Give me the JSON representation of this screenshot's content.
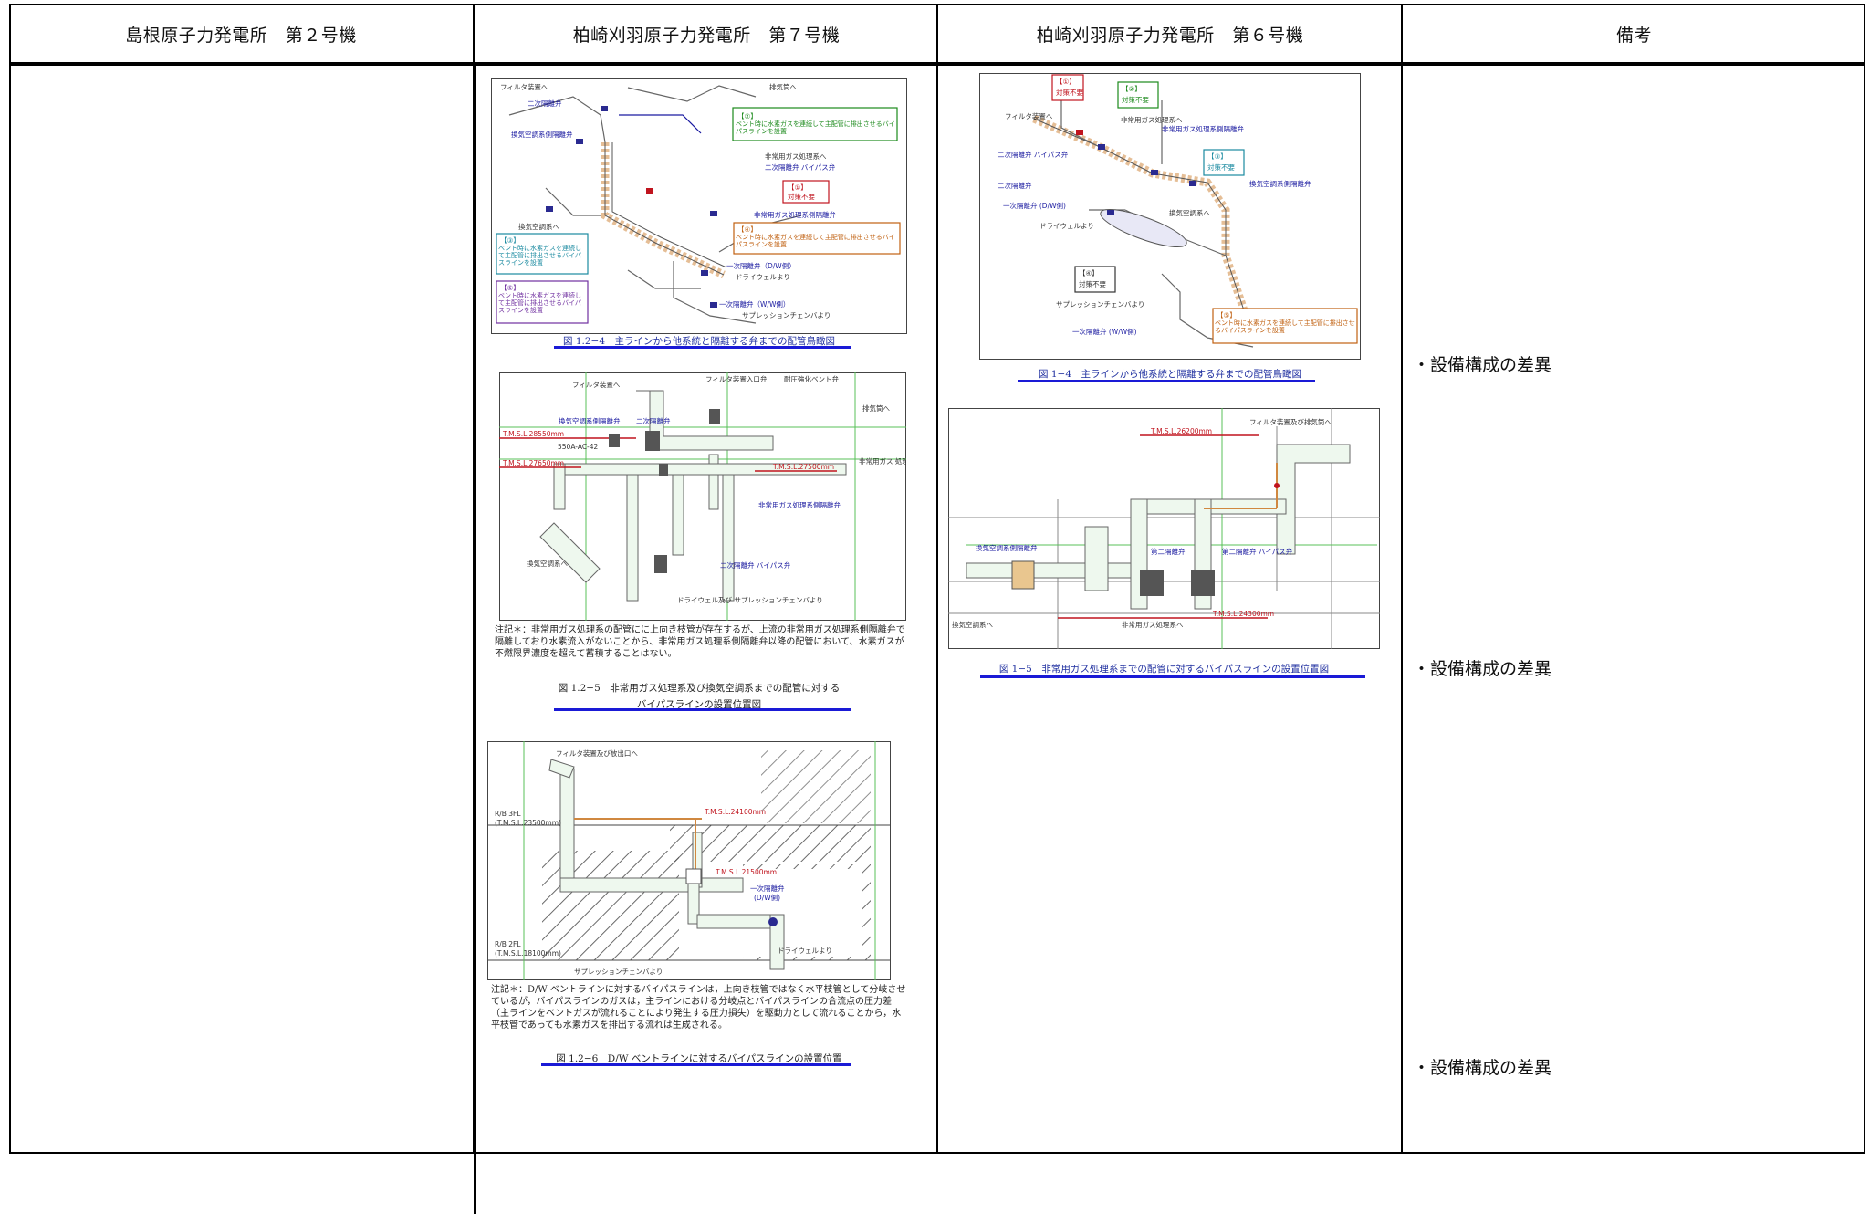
{
  "header": {
    "col1": "島根原子力発電所　第２号機",
    "col2": "柏崎刈羽原子力発電所　第７号機",
    "col3": "柏崎刈羽原子力発電所　第６号機",
    "col4": "備考"
  },
  "col2": {
    "fig1": {
      "labels": {
        "filter": "フィルタ装置へ",
        "exhaust_stack": "排気筒へ",
        "secondary_isolation": "二次隔離弁",
        "hvac_isolation": "換気空調系側隔離弁",
        "hvac": "換気空調系へ",
        "sgts": "非常用ガス処理系へ",
        "secondary_bypass": "二次隔離弁 バイパス弁",
        "sgts_isolation": "非常用ガス処理系側隔離弁",
        "primary_dw": "一次隔離弁（D/W側）",
        "from_drywell": "ドライウェルより",
        "primary_ww": "一次隔離弁（W/W側）",
        "from_suppression": "サプレッションチェンバより",
        "box_green_title": "【②】",
        "box_green_text": "ベント時に水素ガスを連続して主配管に排出させるバイパスラインを設置",
        "box_red_title": "【①】",
        "box_red_text": "対策不要",
        "box_orange_title": "【④】",
        "box_orange_text": "ベント時に水素ガスを連続して主配管に排出させるバイパスラインを設置",
        "box_cyan_title": "【③】",
        "box_cyan_text": "ベント時に水素ガスを連続して主配管に排出させるバイパスラインを設置",
        "box_purple_title": "【⑤】",
        "box_purple_text": "ベント時に水素ガスを連続して主配管に排出させるバイパスラインを設置"
      },
      "caption": "図 1.2−4　主ラインから他系統と隔離する弁までの配管鳥瞰図"
    },
    "fig2": {
      "labels": {
        "filter": "フィルタ装置へ",
        "filter_inlet": "フィルタ装置入口弁",
        "pressure_vent": "耐圧強化ベント弁",
        "exhaust": "排気筒へ",
        "hvac_isolation": "換気空調系側隔離弁",
        "secondary_isolation": "二次隔離弁",
        "tmsl1": "T.M.S.L.28550mm",
        "pipe_size": "550A-AC-42",
        "tmsl2": "T.M.S.L.27650mm",
        "tmsl3": "T.M.S.L.27500mm",
        "sgts": "非常用ガス 処理系へ",
        "sgts_isolation": "非常用ガス処理系側隔離弁",
        "hvac": "換気空調系へ",
        "secondary_bypass": "二次隔離弁 バイパス弁",
        "from_dw_sc": "ドライウェル及び サプレッションチェンバより"
      },
      "note": "注記＊：非常用ガス処理系の配管にに上向き枝管が存在するが、上流の非常用ガス処理系側隔離弁で隔離しており水素流入がないことから、非常用ガス処理系側隔離弁以降の配管において、水素ガスが不燃限界濃度を超えて蓄積することはない。",
      "caption_line1": "図 1.2−5　非常用ガス処理系及び換気空調系までの配管に対する",
      "caption_line2": "バイパスラインの設置位置図"
    },
    "fig3": {
      "labels": {
        "filter_outlet": "フィルタ装置及び放出口へ",
        "rb3fl": "R/B 3FL",
        "rb3fl_level": "(T.M.S.L.23500mm)",
        "tmsl1": "T.M.S.L.24100mm",
        "tmsl2": "T.M.S.L.21500mm",
        "primary_isolation": "一次隔離弁",
        "primary_isolation_side": "(D/W側)",
        "rb2fl": "R/B 2FL",
        "rb2fl_level": "(T.M.S.L.18100mm)",
        "from_drywell": "ドライウェルより",
        "from_suppression": "サプレッションチェンバより"
      },
      "note": "注記＊：D/W ベントラインに対するバイパスラインは，上向き枝管ではなく水平枝管として分岐させているが，バイパスラインのガスは，主ラインにおける分岐点とバイパスラインの合流点の圧力差（主ラインをベントガスが流れることにより発生する圧力損失）を駆動力として流れることから，水平枝管であっても水素ガスを排出する流れは生成される。",
      "caption": "図 1.2−6　D/W ベントラインに対するバイパスラインの設置位置"
    }
  },
  "col3": {
    "fig1": {
      "labels": {
        "box_red_title": "【①】",
        "box_red_text": "対策不要",
        "box_green_title": "【②】",
        "box_green_text": "対策不要",
        "filter": "フィルタ装置へ",
        "sgts": "非常用ガス処理系へ",
        "sgts_isolation": "非常用ガス処理系側隔離弁",
        "secondary_isolation_bypass": "二次隔離弁 バイパス弁",
        "box_cyan_title": "【③】",
        "box_cyan_text": "対策不要",
        "secondary_isolation": "二次隔離弁",
        "hvac_isolation": "換気空調系側隔離弁",
        "primary_isolation": "一次隔離弁 (D/W側)",
        "hvac": "換気空調系へ",
        "from_drywell": "ドライウェルより",
        "box_black_title": "【④】",
        "box_black_text": "対策不要",
        "from_suppression": "サプレッションチェンバより",
        "primary_ww": "一次隔離弁 (W/W側)",
        "box_orange_title": "【⑤】",
        "box_orange_text": "ベント時に水素ガスを連続して主配管に排出させるバイパスラインを設置"
      },
      "caption": "図 1−4　主ラインから他系統と隔離する弁までの配管鳥瞰図"
    },
    "fig2": {
      "labels": {
        "filter_exhaust": "フィルタ装置及び排気筒へ",
        "tmsl1": "T.M.S.L.26200mm",
        "hvac_isolation": "換気空調系側隔離弁",
        "secondary_isolation": "第二隔離弁",
        "secondary_bypass": "第二隔離弁 バイパス弁",
        "tmsl2": "T.M.S.L.24300mm",
        "hvac": "換気空調系へ",
        "sgts": "非常用ガス処理系へ"
      },
      "caption": "図 1−5　非常用ガス処理系までの配管に対するバイパスラインの設置位置図"
    }
  },
  "remarks": [
    "・設備構成の差異",
    "・設備構成の差異",
    "・設備構成の差異"
  ],
  "colors": {
    "caption_underline": "#1a1ad6",
    "pipe_green": "#58c058",
    "pipe_orange": "#d08840",
    "annotation_red": "#c0141e",
    "annotation_blue": "#1a1aa0"
  }
}
